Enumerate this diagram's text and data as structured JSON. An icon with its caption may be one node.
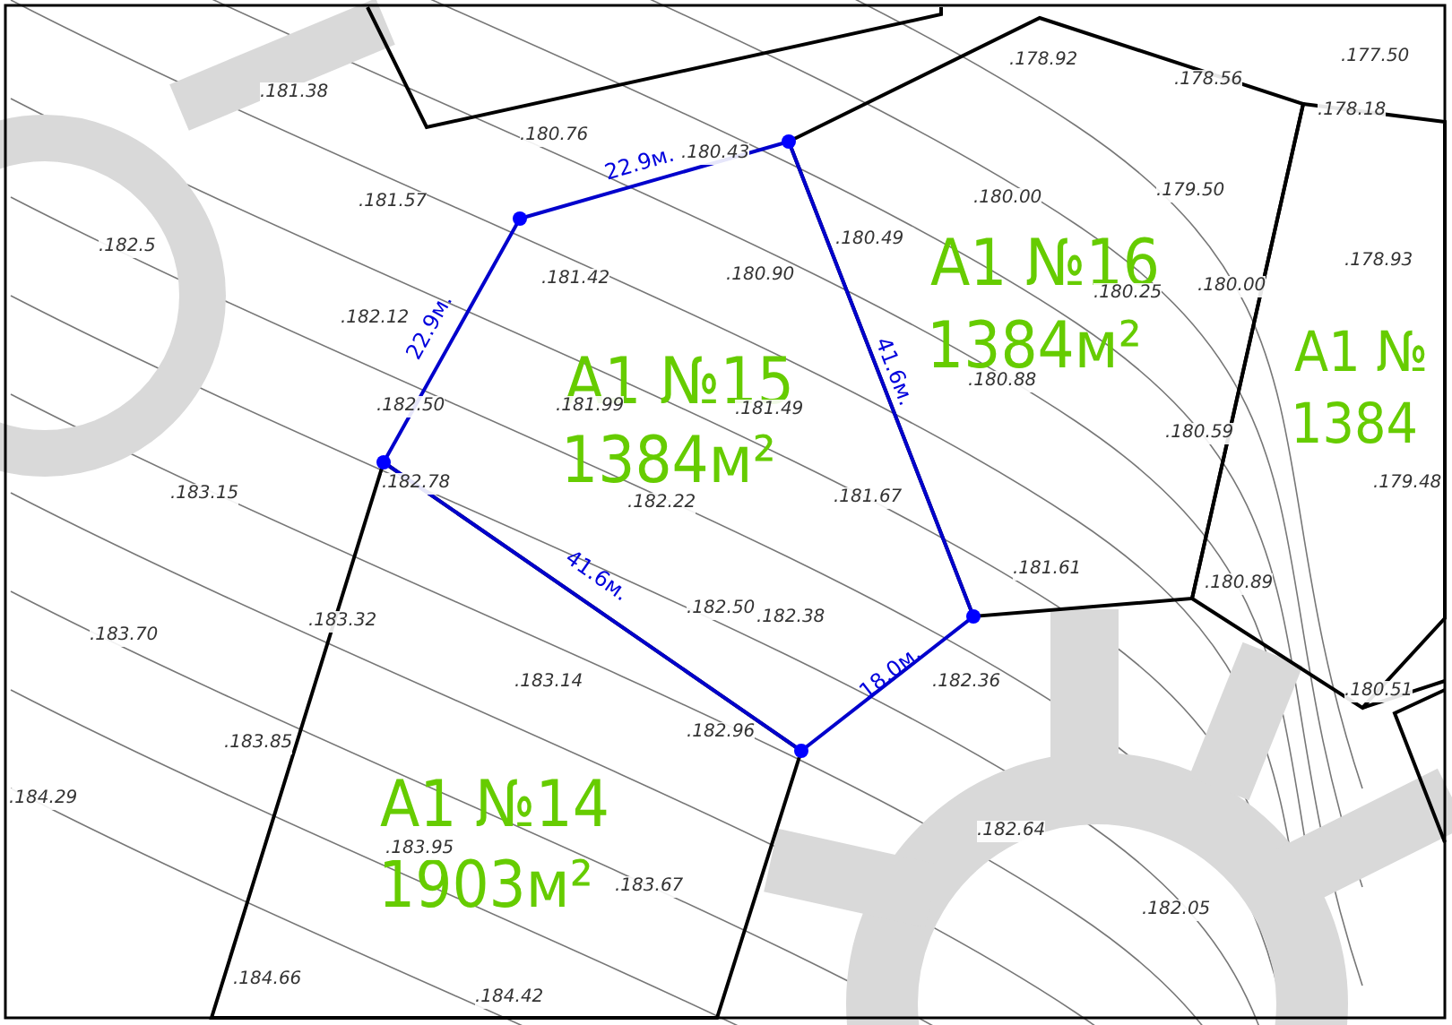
{
  "diagram": {
    "nodes": [
      {
        "text": [
          "A1 №15",
          "1384м²"
        ]
      },
      {
        "text": [
          "A1 №16",
          "1384м²"
        ]
      },
      {
        "text": [
          "A1 №",
          "1384"
        ]
      },
      {
        "text": [
          "A1 №14",
          "1903м²"
        ]
      }
    ],
    "edges": [],
    "labels": [
      ".177.50",
      ".178.92",
      ".181.38",
      ".178.56",
      ".178.18",
      ".180.76",
      ".180.43",
      "22.9м.",
      ".181.57",
      ".180.00",
      ".179.50",
      ".182.5",
      ".180.49",
      ".178.93",
      ".180.90",
      ".181.42",
      ".180.00",
      ".180.25",
      ".182.12",
      "22.9м.",
      ".180.88",
      "41.6м.",
      ".181.99",
      ".181.49",
      ".182.50",
      ".180.59",
      ".179.48",
      ".182.78",
      ".183.15",
      ".182.22",
      ".181.67",
      ".181.61",
      ".180.89",
      "41.6м.",
      ".182.50",
      ".182.38",
      ".183.32",
      ".183.70",
      ".182.36",
      "18.0м.",
      ".183.14",
      ".180.51",
      ".182.96",
      ".183.85",
      ".184.29",
      ".182.64",
      ".183.95",
      ".183.67",
      ".182.05",
      ".184.66",
      ".184.42"
    ]
  }
}
